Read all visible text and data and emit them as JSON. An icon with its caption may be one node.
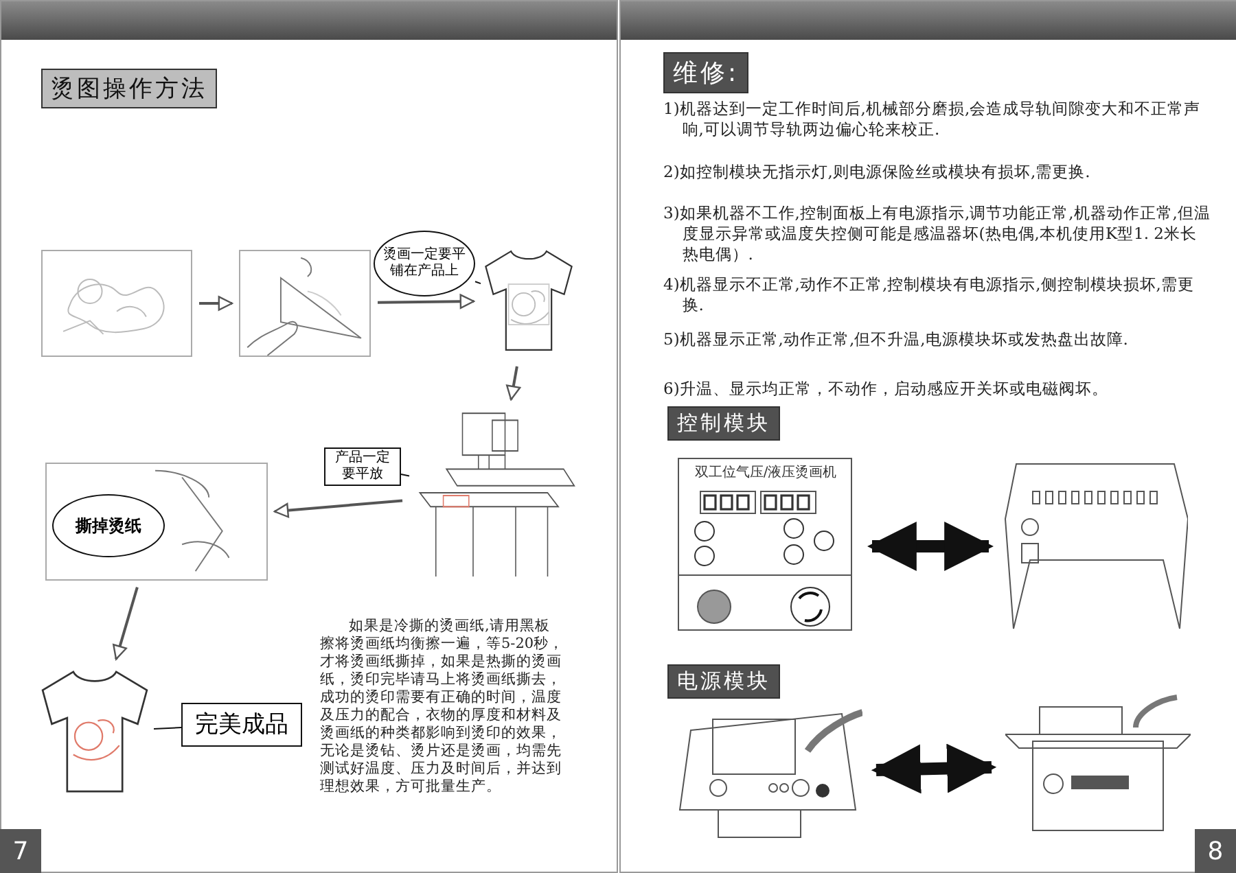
{
  "diagram": {
    "title": "烫图操作方法",
    "nodes": [
      {
        "text": [],
        "shape": "picture"
      },
      {
        "text": [],
        "shape": "picture"
      },
      {
        "text": [
          "烫画一定要平铺在产品上"
        ]
      },
      {
        "text": [],
        "shape": "picture"
      },
      {
        "text": [
          "产品一定要平放"
        ]
      },
      {
        "text": [],
        "shape": "picture"
      },
      {
        "text": [
          "撕掉烫纸"
        ]
      },
      {
        "text": [],
        "shape": "picture"
      },
      {
        "text": [
          "完美成品"
        ]
      },
      {
        "text": [
          "双工位气压/液压烫画机"
        ]
      },
      {
        "text": [],
        "shape": "picture"
      },
      {
        "text": [],
        "shape": "picture"
      },
      {
        "text": [],
        "shape": "picture"
      }
    ],
    "edges": [
      {
        "from": 0,
        "to": 1,
        "arrow": "to"
      },
      {
        "from": 1,
        "to": 3,
        "arrow": "to"
      },
      {
        "from": 2,
        "to": 3,
        "arrow": "none"
      },
      {
        "from": 3,
        "to": 5,
        "arrow": "to"
      },
      {
        "from": 4,
        "to": 5,
        "arrow": "none"
      },
      {
        "from": 5,
        "to": 6,
        "arrow": "to"
      },
      {
        "from": 6,
        "to": 7,
        "arrow": "to"
      },
      {
        "from": 8,
        "to": 7,
        "arrow": "none"
      },
      {
        "from": 9,
        "to": 10,
        "arrow": "both",
        "style": "thick"
      },
      {
        "from": 11,
        "to": 12,
        "arrow": "both",
        "style": "thick"
      }
    ],
    "labels": [
      "如果是冷撕的烫画纸,请用黑板擦将烫画纸均衡擦一遍，等5-20秒，才将烫画纸撕掉，如果是热撕的烫画纸，烫印完毕请马上将烫画纸撕去，成功的烫印需要有正确的时间，温度及压力的配合，衣物的厚度和材料及烫画纸的种类都影响到烫印的效果，无论是烫钻、烫片还是烫画，均需先测试好温度、压力及时间后，并达到理想效果，方可批量生产。",
      "7",
      "维修:",
      "1)机器达到一定工作时间后,机械部分磨损,会造成导轨间隙变大和不正常声响,可以调节导轨两边偏心轮来校正.",
      "2)如控制模块无指示灯,则电源保险丝或模块有损坏,需更换.",
      "3)如果机器不工作,控制面板上有电源指示,调节功能正常,机器动作正常,但温度显示异常或温度失控侧可能是感温器坏(热电偶,本机使用K型1. 2米长热电偶）.",
      "4)机器显示不正常,动作不正常,控制模块有电源指示,侧控制模块损坏,需更换.",
      "5)机器显示正常,动作正常,但不升温,电源模块坏或发热盘出故障.",
      "6)升温、显示均正常，不动作，启动感应开关坏或电磁阀坏。",
      "控制模块",
      "电源模块",
      "8"
    ]
  }
}
